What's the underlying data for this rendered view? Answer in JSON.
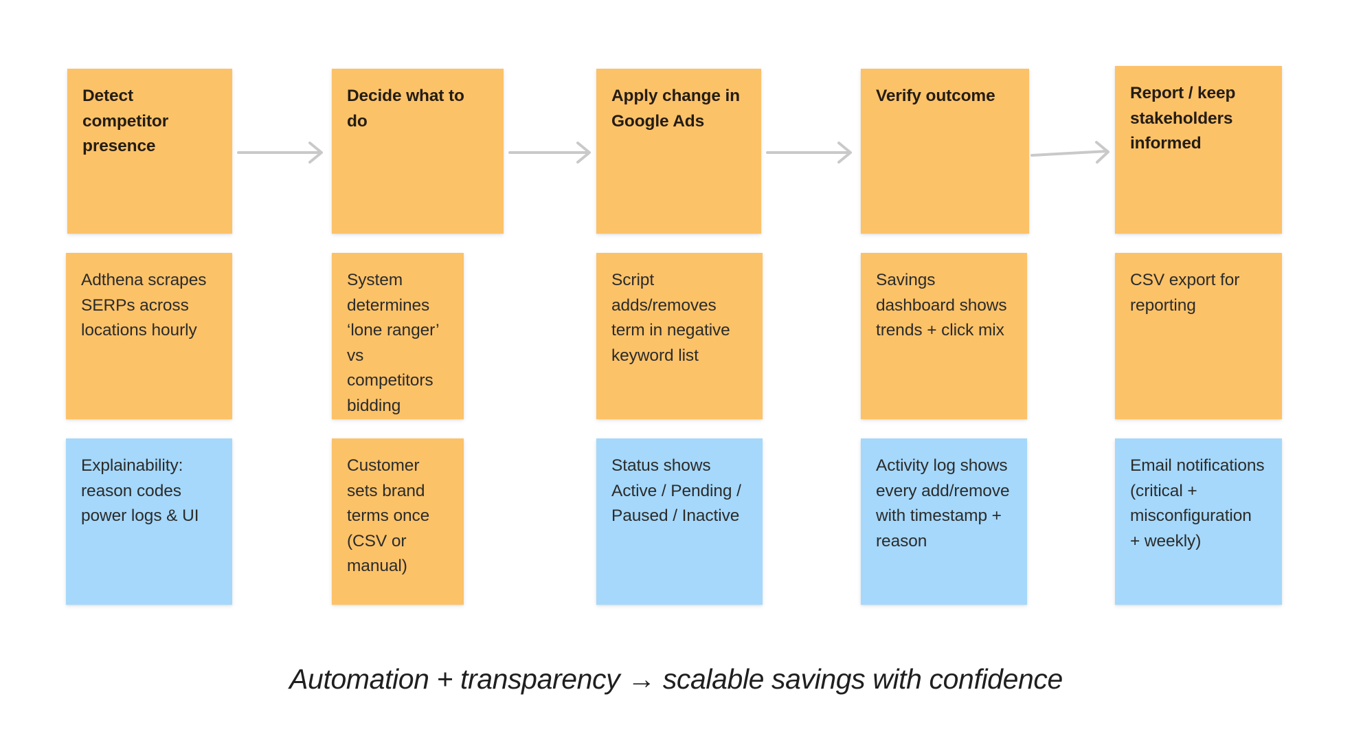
{
  "theme": {
    "background": "#ffffff",
    "card_orange": "#fcc268",
    "card_blue": "#a5d8fb",
    "text_color": "#241c14",
    "arrow_color": "#c9c9c9"
  },
  "diagram": {
    "type": "flow",
    "columns": [
      {
        "id": "detect",
        "title": "Detect competitor presence",
        "detail": "Adthena scrapes SERPs across locations hourly",
        "note": "Explainability: reason codes power logs & UI",
        "title_color": "orange",
        "detail_color": "orange",
        "note_color": "blue"
      },
      {
        "id": "decide",
        "title": "Decide what to do",
        "detail": "System determines ‘lone ranger’ vs competitors bidding",
        "note": "Customer sets brand terms once (CSV or manual)",
        "title_color": "orange",
        "detail_color": "orange",
        "note_color": "orange"
      },
      {
        "id": "apply",
        "title": "Apply change in Google Ads",
        "detail": "Script adds/removes term in negative keyword list",
        "note": "Status shows Active / Pending / Paused / Inactive",
        "title_color": "orange",
        "detail_color": "orange",
        "note_color": "blue"
      },
      {
        "id": "verify",
        "title": "Verify outcome",
        "detail": "Savings dashboard shows trends + click mix",
        "note": "Activity log shows every add/remove with timestamp + reason",
        "title_color": "orange",
        "detail_color": "orange",
        "note_color": "blue"
      },
      {
        "id": "report",
        "title": "Report / keep stakeholders informed",
        "detail": "CSV export for reporting",
        "note": "Email notifications (critical + misconfiguration + weekly)",
        "title_color": "orange",
        "detail_color": "orange",
        "note_color": "blue"
      }
    ],
    "connectors": [
      {
        "from": "detect",
        "to": "decide",
        "icon": "arrow-right-icon"
      },
      {
        "from": "decide",
        "to": "apply",
        "icon": "arrow-right-icon"
      },
      {
        "from": "apply",
        "to": "verify",
        "icon": "arrow-right-icon"
      },
      {
        "from": "verify",
        "to": "report",
        "icon": "arrow-right-icon"
      }
    ],
    "caption": "Automation + transparency → scalable savings with confidence"
  }
}
